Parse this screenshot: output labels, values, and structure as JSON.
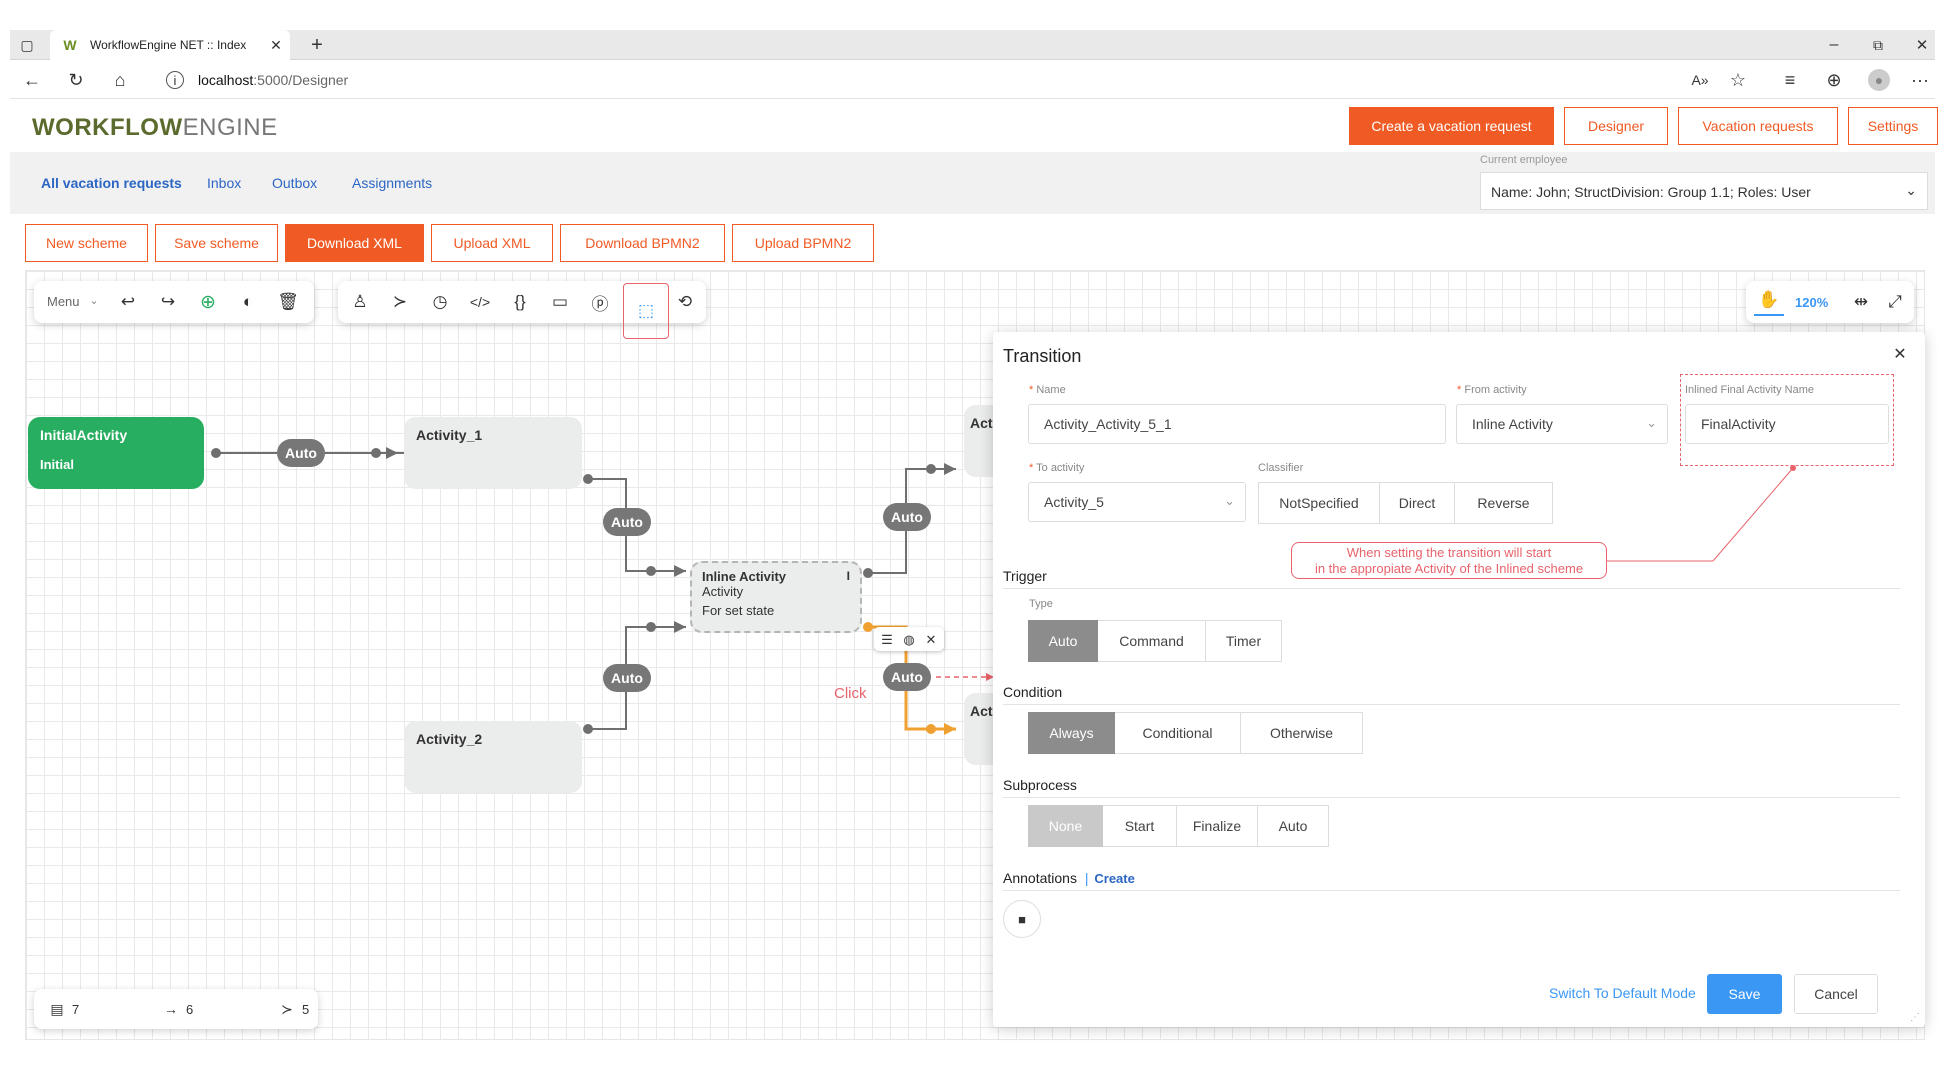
{
  "browser": {
    "tab_title": "WorkflowEngine NET :: Index",
    "url": "localhost:5000/Designer",
    "url_host": "localhost",
    "url_rest": ":5000/Designer"
  },
  "header": {
    "logo_bold": "WORKFLOW",
    "logo_light": "ENGINE",
    "create_vacation": "Create a vacation request",
    "designer": "Designer",
    "vacation_requests": "Vacation requests",
    "settings": "Settings"
  },
  "subnav": {
    "all_requests": "All vacation requests",
    "inbox": "Inbox",
    "outbox": "Outbox",
    "assignments": "Assignments",
    "employee_label": "Current employee",
    "employee_value": "Name: John; StructDivision: Group 1.1; Roles: User"
  },
  "scheme_buttons": {
    "new": "New scheme",
    "save": "Save scheme",
    "download_xml": "Download XML",
    "upload_xml": "Upload XML",
    "download_bpmn": "Download BPMN2",
    "upload_bpmn": "Upload BPMN2"
  },
  "toolbar": {
    "menu": "Menu",
    "zoom": "120%"
  },
  "canvas": {
    "initial_title": "InitialActivity",
    "initial_state": "Initial",
    "activity_1": "Activity_1",
    "activity_2": "Activity_2",
    "inline_title": "Inline Activity",
    "inline_sub": "Activity",
    "inline_state": "For set state",
    "act_cut": "Act",
    "auto": "Auto",
    "click": "Click"
  },
  "stats": {
    "activities": "7",
    "transitions": "6",
    "actions": "5"
  },
  "panel": {
    "title": "Transition",
    "name_label": "Name",
    "name_value": "Activity_Activity_5_1",
    "from_label": "From activity",
    "from_value": "Inline Activity",
    "inlined_label": "Inlined Final Activity Name",
    "inlined_value": "FinalActivity",
    "to_label": "To activity",
    "to_value": "Activity_5",
    "classifier_label": "Classifier",
    "classifier_options": [
      "NotSpecified",
      "Direct",
      "Reverse"
    ],
    "callout_line1": "When setting the transition will start",
    "callout_line2": "in the appropiate Activity of the Inlined scheme",
    "trigger_title": "Trigger",
    "type_label": "Type",
    "trigger_options": [
      "Auto",
      "Command",
      "Timer"
    ],
    "condition_title": "Condition",
    "condition_options": [
      "Always",
      "Conditional",
      "Otherwise"
    ],
    "subprocess_title": "Subprocess",
    "subprocess_options": [
      "None",
      "Start",
      "Finalize",
      "Auto"
    ],
    "annotations_title": "Annotations",
    "annotations_sep": "|",
    "annotations_create": "Create",
    "switch_default": "Switch To Default Mode",
    "save": "Save",
    "cancel": "Cancel"
  },
  "colors": {
    "accent": "#f05a24",
    "link": "#2c66c4",
    "initial_green": "#27ae60",
    "save_blue": "#3a97f4",
    "highlight_red": "#e8636b",
    "selected_orange": "#f0a030"
  }
}
